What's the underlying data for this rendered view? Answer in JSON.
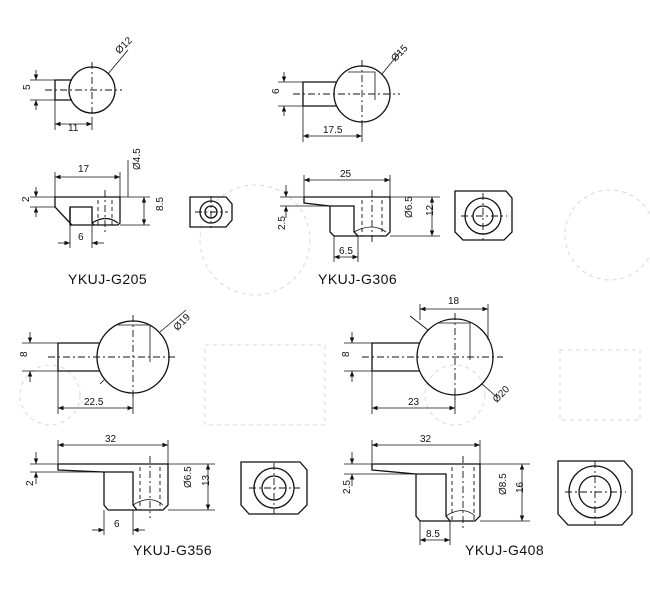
{
  "parts": [
    {
      "model": "YKUJ-G205",
      "dims": {
        "diameter_top": "Ø12",
        "height_top": "5",
        "length_top": "11",
        "length_side": "17",
        "dia_small": "Ø4.5",
        "height_side": "8.5",
        "flange": "2",
        "offset": "6"
      }
    },
    {
      "model": "YKUJ-G306",
      "dims": {
        "diameter_top": "Ø15",
        "height_top": "6",
        "length_top": "17.5",
        "length_side": "25",
        "dia_small": "Ø6.5",
        "height_side": "12",
        "flange": "2.5",
        "offset": "6.5"
      }
    },
    {
      "model": "YKUJ-G356",
      "dims": {
        "diameter_top": "Ø19",
        "height_top": "8",
        "length_top": "22.5",
        "length_side": "32",
        "dia_small": "Ø6.5",
        "height_side": "13",
        "flange": "2",
        "offset": "6"
      }
    },
    {
      "model": "YKUJ-G408",
      "dims": {
        "diameter_top": "Ø20",
        "height_top": "8",
        "length_top": "23",
        "width_top": "18",
        "length_side": "32",
        "dia_small": "Ø8.5",
        "height_side": "16",
        "flange": "2.5",
        "offset": "8.5"
      }
    }
  ]
}
